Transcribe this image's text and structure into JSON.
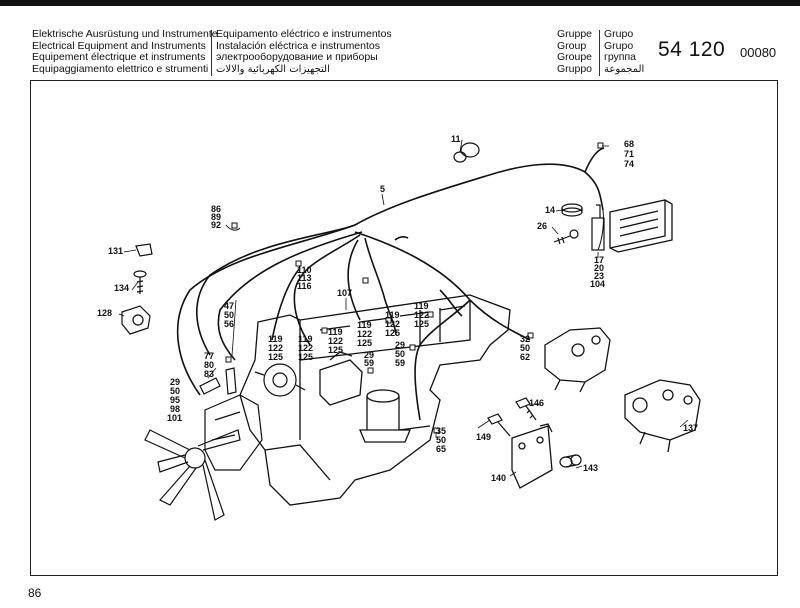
{
  "header": {
    "titles_left": [
      "Elektrische Ausrüstung und Instrumente",
      "Electrical Equipment and Instruments",
      "Equipement électrique et instruments",
      "Equipaggiamento elettrico e strumenti"
    ],
    "titles_right": [
      "Equipamento eléctrico e instrumentos",
      "Instalación eléctrica e instrumentos",
      "электрооборудование и приборы",
      "التجهيزات الكهربائية والالات"
    ],
    "group_words_left": [
      "Gruppe",
      "Group",
      "Groupe",
      "Gruppo"
    ],
    "group_words_right": [
      "Grupo",
      "Grupo",
      "группа",
      "المجموعة"
    ],
    "group_number": "54 120",
    "sequence_number": "00080"
  },
  "diagram": {
    "callouts": [
      {
        "id": "c11",
        "lines": [
          "11"
        ]
      },
      {
        "id": "c68",
        "lines": [
          "68",
          "71",
          "74"
        ]
      },
      {
        "id": "c5",
        "lines": [
          "5"
        ]
      },
      {
        "id": "c86",
        "lines": [
          "86",
          "89",
          "92"
        ]
      },
      {
        "id": "c14",
        "lines": [
          "14"
        ]
      },
      {
        "id": "c26",
        "lines": [
          "26"
        ]
      },
      {
        "id": "c17",
        "lines": [
          "17",
          "20",
          "23",
          "104"
        ]
      },
      {
        "id": "c131",
        "lines": [
          "131"
        ]
      },
      {
        "id": "c134",
        "lines": [
          "134"
        ]
      },
      {
        "id": "c128",
        "lines": [
          "128"
        ]
      },
      {
        "id": "c110",
        "lines": [
          "110",
          "113",
          "116"
        ]
      },
      {
        "id": "c107",
        "lines": [
          "107"
        ]
      },
      {
        "id": "c47",
        "lines": [
          "47",
          "50",
          "56"
        ]
      },
      {
        "id": "c119a",
        "lines": [
          "119",
          "122",
          "125"
        ]
      },
      {
        "id": "c119b",
        "lines": [
          "119",
          "122",
          "125"
        ]
      },
      {
        "id": "c119c",
        "lines": [
          "119",
          "122",
          "125"
        ]
      },
      {
        "id": "c119d",
        "lines": [
          "119",
          "122",
          "125"
        ]
      },
      {
        "id": "c119e",
        "lines": [
          "119",
          "122",
          "125"
        ]
      },
      {
        "id": "c119f",
        "lines": [
          "119",
          "122",
          "125"
        ]
      },
      {
        "id": "c77",
        "lines": [
          "77",
          "80",
          "83"
        ]
      },
      {
        "id": "c29a",
        "lines": [
          "29",
          "59"
        ]
      },
      {
        "id": "c29b",
        "lines": [
          "29",
          "50",
          "59"
        ]
      },
      {
        "id": "c32",
        "lines": [
          "32",
          "50",
          "62"
        ]
      },
      {
        "id": "c29c",
        "lines": [
          "29",
          "50",
          "95",
          "98",
          "101"
        ]
      },
      {
        "id": "c146",
        "lines": [
          "146"
        ]
      },
      {
        "id": "c149",
        "lines": [
          "149"
        ]
      },
      {
        "id": "c137",
        "lines": [
          "137"
        ]
      },
      {
        "id": "c35",
        "lines": [
          "35",
          "50",
          "65"
        ]
      },
      {
        "id": "c143",
        "lines": [
          "143"
        ]
      },
      {
        "id": "c140",
        "lines": [
          "140"
        ]
      }
    ]
  },
  "footer": {
    "page_number": "86"
  }
}
